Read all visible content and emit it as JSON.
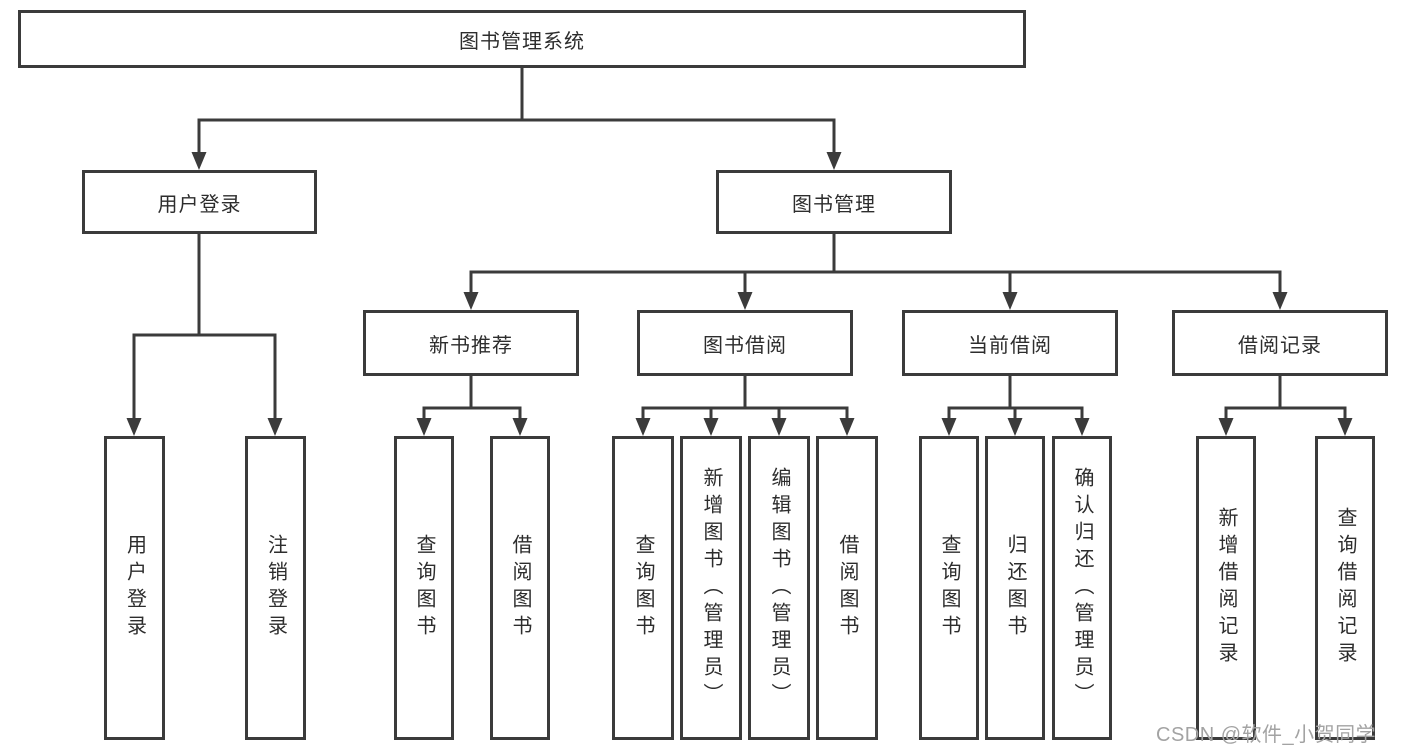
{
  "diagram": {
    "root": {
      "id": "library-system",
      "label": "图书管理系统",
      "children": [
        {
          "id": "user-login",
          "label": "用户登录",
          "children": [
            {
              "id": "user-login-action",
              "label": "用户登录"
            },
            {
              "id": "logout-action",
              "label": "注销登录"
            }
          ]
        },
        {
          "id": "book-management",
          "label": "图书管理",
          "children": [
            {
              "id": "new-book-recommend",
              "label": "新书推荐",
              "children": [
                {
                  "id": "nbr-query-books",
                  "label": "查询图书"
                },
                {
                  "id": "nbr-borrow-books",
                  "label": "借阅图书"
                }
              ]
            },
            {
              "id": "book-borrowing",
              "label": "图书借阅",
              "children": [
                {
                  "id": "bb-query-books",
                  "label": "查询图书"
                },
                {
                  "id": "bb-add-books-admin",
                  "label": "新增图书（管理员）"
                },
                {
                  "id": "bb-edit-books-admin",
                  "label": "编辑图书（管理员）"
                },
                {
                  "id": "bb-borrow-books",
                  "label": "借阅图书"
                }
              ]
            },
            {
              "id": "current-borrowing",
              "label": "当前借阅",
              "children": [
                {
                  "id": "cb-query-books",
                  "label": "查询图书"
                },
                {
                  "id": "cb-return-books",
                  "label": "归还图书"
                },
                {
                  "id": "cb-confirm-return-admin",
                  "label": "确认归还（管理员）"
                }
              ]
            },
            {
              "id": "borrowing-records",
              "label": "借阅记录",
              "children": [
                {
                  "id": "br-add-record",
                  "label": "新增借阅记录"
                },
                {
                  "id": "br-query-record",
                  "label": "查询借阅记录"
                }
              ]
            }
          ]
        }
      ]
    }
  },
  "watermark": {
    "text": "CSDN @软件_小贺同学"
  },
  "colors": {
    "line": "#3b3b3b",
    "text": "#2d2d2d",
    "box_background": "#ffffff",
    "page_background": "#ffffff",
    "watermark": "#a3a3a3"
  }
}
